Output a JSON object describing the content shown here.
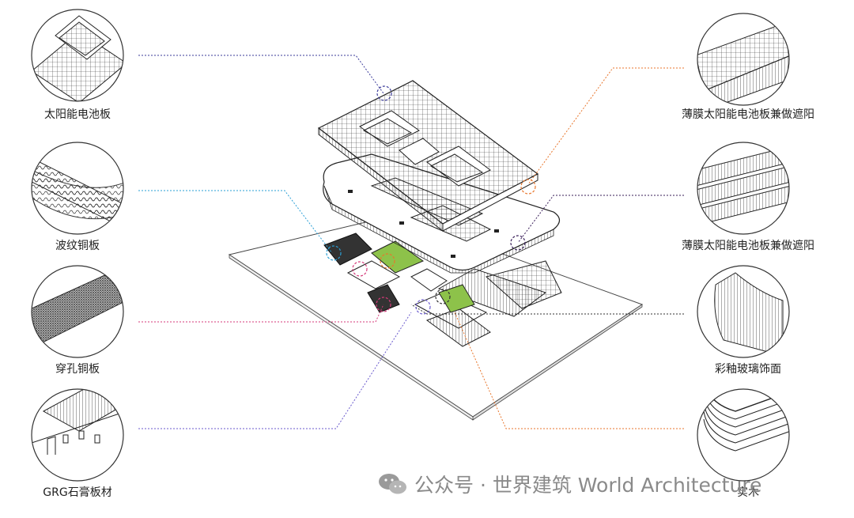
{
  "materials_left": [
    {
      "label": "太阳能电池板",
      "icon": "solar-panel-roof-icon",
      "color": "#3b3b9a"
    },
    {
      "label": "波纹铜板",
      "icon": "corrugated-copper-icon",
      "color": "#2a9fd6"
    },
    {
      "label": "穿孔铜板",
      "icon": "perforated-copper-icon",
      "color": "#d63a7a"
    },
    {
      "label": "GRG石膏板材",
      "icon": "grg-gypsum-board-icon",
      "color": "#6a5acd"
    }
  ],
  "materials_right": [
    {
      "label": "薄膜太阳能电池板兼做遮阳",
      "icon": "film-solar-shading-icon",
      "color": "#e8762c"
    },
    {
      "label": "薄膜太阳能电池板兼做遮阳",
      "icon": "film-solar-louver-icon",
      "color": "#3a1f5a"
    },
    {
      "label": "彩釉玻璃饰面",
      "icon": "glazed-glass-icon",
      "color": "#333333"
    },
    {
      "label": "实木",
      "icon": "solid-wood-icon",
      "color": "#e8762c"
    }
  ],
  "watermark": {
    "text": "公众号 · 世界建筑 World Architecture",
    "icon": "wechat-icon"
  },
  "accent_green": "#8dc24a"
}
